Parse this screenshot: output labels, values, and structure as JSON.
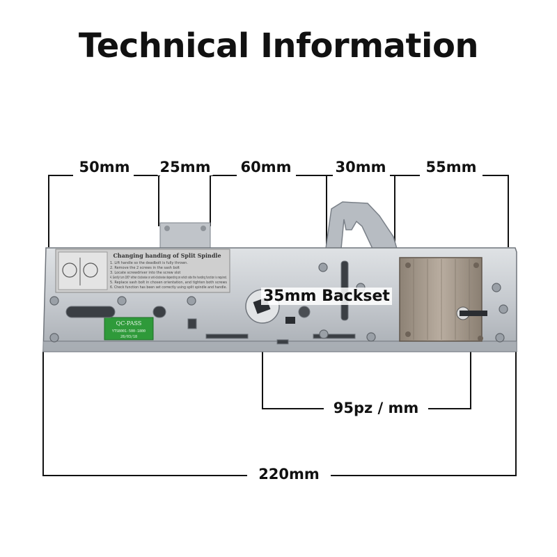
{
  "title": "Technical Information",
  "dimensions": {
    "top": [
      "50mm",
      "25mm",
      "60mm",
      "30mm",
      "55mm"
    ],
    "backset": "35mm Backset",
    "pz": "95pz / mm",
    "overall": "220mm"
  },
  "sticker": {
    "heading": "Changing handing of Split Spindle",
    "steps": [
      "1. Lift handle so the deadbolt is fully thrown.",
      "2. Remove the 2 screws in the sash bolt",
      "3. Locate screwdriver into the screw slot",
      "4. Gently turn 180° either clockwise or anti-clockwise depending on which side the handing function is required.",
      "5. Replace sash bolt in chosen orientation, and tighten both screws",
      "6. Check function has been set correctly using split spindle and handle."
    ]
  },
  "qc_label": {
    "heading": "QC-PASS",
    "code": "YTS8001-500-1800",
    "date": "28/03/18"
  },
  "colors": {
    "metal": "#c9ccd0",
    "metal_dark": "#8e9399",
    "line": "#111111",
    "qc_green": "#2f9a3a"
  }
}
